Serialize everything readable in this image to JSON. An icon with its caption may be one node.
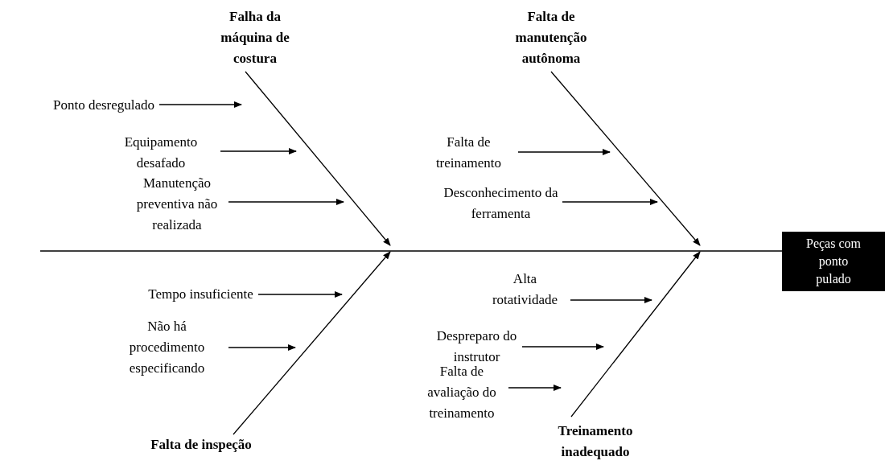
{
  "diagram": {
    "nodes": [
      {
        "text": [
          "Falha da máquina de costura"
        ]
      },
      {
        "text": [
          "Falta de manutenção autônoma"
        ]
      },
      {
        "text": [
          "Falta de inspeção"
        ]
      },
      {
        "text": [
          "Treinamento inadequado"
        ]
      },
      {
        "text": [
          "Peças com ponto pulado"
        ]
      },
      {
        "text": [
          "Ponto desregulado"
        ]
      },
      {
        "text": [
          "Equipamento desafado"
        ]
      },
      {
        "text": [
          "Manutenção preventiva não realizada"
        ]
      },
      {
        "text": [
          "Falta de treinamento"
        ]
      },
      {
        "text": [
          "Desconhecimento da ferramenta"
        ]
      },
      {
        "text": [
          "Tempo insuficiente"
        ]
      },
      {
        "text": [
          "Não há procedimento especificando"
        ]
      },
      {
        "text": [
          "Alta rotatividade"
        ]
      },
      {
        "text": [
          "Despreparo do instrutor"
        ]
      },
      {
        "text": [
          "Falta de avaliação do treinamento"
        ]
      }
    ],
    "edges": [
      {
        "from": 0,
        "to": null,
        "arrow": "to"
      },
      {
        "from": 1,
        "to": null,
        "arrow": "to"
      },
      {
        "from": 2,
        "to": null,
        "arrow": "to"
      },
      {
        "from": 3,
        "to": null,
        "arrow": "to"
      },
      {
        "from": null,
        "to": 4,
        "arrow": "none"
      },
      {
        "from": 5,
        "to": null,
        "arrow": "to"
      },
      {
        "from": 6,
        "to": null,
        "arrow": "to"
      },
      {
        "from": 7,
        "to": null,
        "arrow": "to"
      },
      {
        "from": 8,
        "to": null,
        "arrow": "to"
      },
      {
        "from": 9,
        "to": null,
        "arrow": "to"
      },
      {
        "from": 10,
        "to": null,
        "arrow": "to"
      },
      {
        "from": 11,
        "to": null,
        "arrow": "to"
      },
      {
        "from": 12,
        "to": null,
        "arrow": "to"
      },
      {
        "from": 13,
        "to": null,
        "arrow": "to"
      },
      {
        "from": 14,
        "to": null,
        "arrow": "to"
      }
    ]
  }
}
